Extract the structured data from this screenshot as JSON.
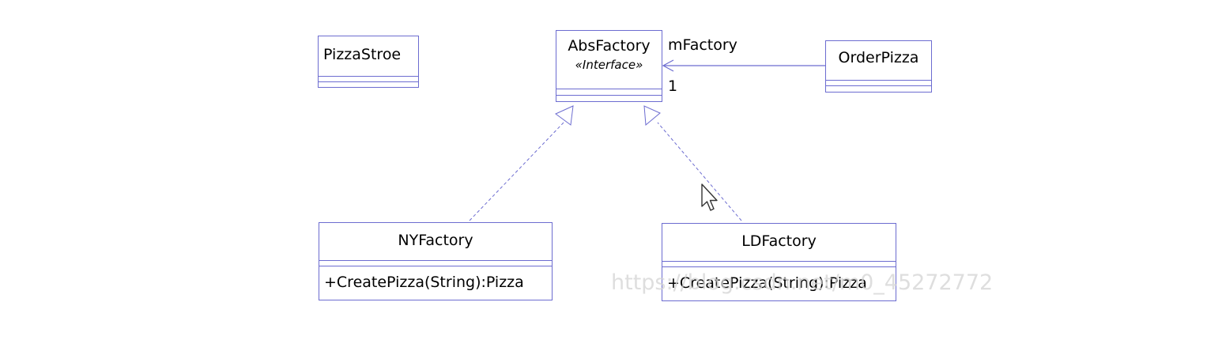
{
  "diagram": {
    "classes": {
      "pizzastroe": {
        "name": "PizzaStroe"
      },
      "absfactory": {
        "name": "AbsFactory",
        "stereotype": "«Interface»"
      },
      "orderpizza": {
        "name": "OrderPizza"
      },
      "nyfactory": {
        "name": "NYFactory",
        "operation": "+CreatePizza(String):Pizza"
      },
      "ldfactory": {
        "name": "LDFactory",
        "operation": "+CreatePizza(String):Pizza"
      }
    },
    "association": {
      "role": "mFactory",
      "multiplicity": "1",
      "from": "OrderPizza",
      "to": "AbsFactory"
    },
    "realizations": [
      {
        "from": "NYFactory",
        "to": "AbsFactory"
      },
      {
        "from": "LDFactory",
        "to": "AbsFactory"
      }
    ]
  },
  "watermark": "https://blog.csdn.net/m0_45272772",
  "colors": {
    "line": "#6c6cd0",
    "watermark": "#d4d4d4"
  },
  "icons": {
    "cursor": "mouse-pointer-icon"
  }
}
